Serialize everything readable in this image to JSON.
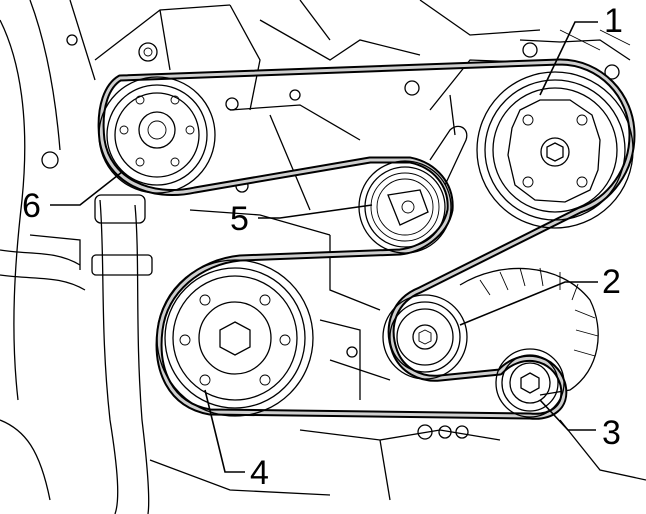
{
  "diagram": {
    "colors": {
      "ink": "#000000",
      "belt_highlight": "#cfcfcf",
      "background": "#ffffff"
    },
    "callouts": [
      {
        "id": "p1",
        "label": "1"
      },
      {
        "id": "p2",
        "label": "2"
      },
      {
        "id": "p3",
        "label": "3"
      },
      {
        "id": "p4",
        "label": "4"
      },
      {
        "id": "p5",
        "label": "5"
      },
      {
        "id": "p6",
        "label": "6"
      }
    ]
  }
}
